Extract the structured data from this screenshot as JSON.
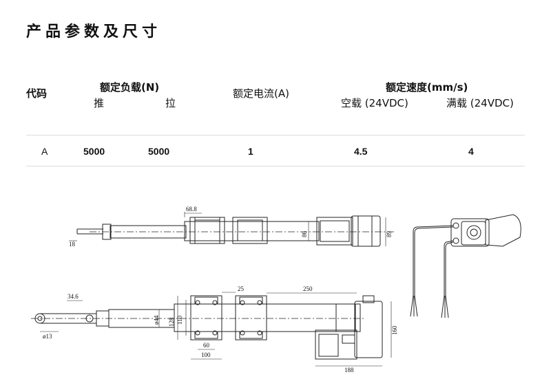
{
  "title": "产品参数及尺寸",
  "table": {
    "headers": {
      "code": "代码",
      "load": "额定负载(N)",
      "push": "推",
      "pull": "拉",
      "current": "额定电流(A)",
      "speed": "额定速度(mm/s)",
      "no_load": "空载 (24VDC)",
      "full_load": "满载 (24VDC)"
    },
    "rows": [
      {
        "code": "A",
        "push": "5000",
        "pull": "5000",
        "current": "1",
        "no_load": "4.5",
        "full_load": "4"
      }
    ]
  },
  "dimensions": {
    "d68_8": "68.8",
    "d18": "18",
    "d86": "86",
    "d89": "89",
    "d34_6": "34.6",
    "d13": "ø13",
    "d25": "25",
    "d250": "250",
    "d44": "ø44",
    "d128": "128",
    "d110": "110",
    "d60": "60",
    "d100": "100",
    "d188": "188",
    "d160": "160"
  }
}
